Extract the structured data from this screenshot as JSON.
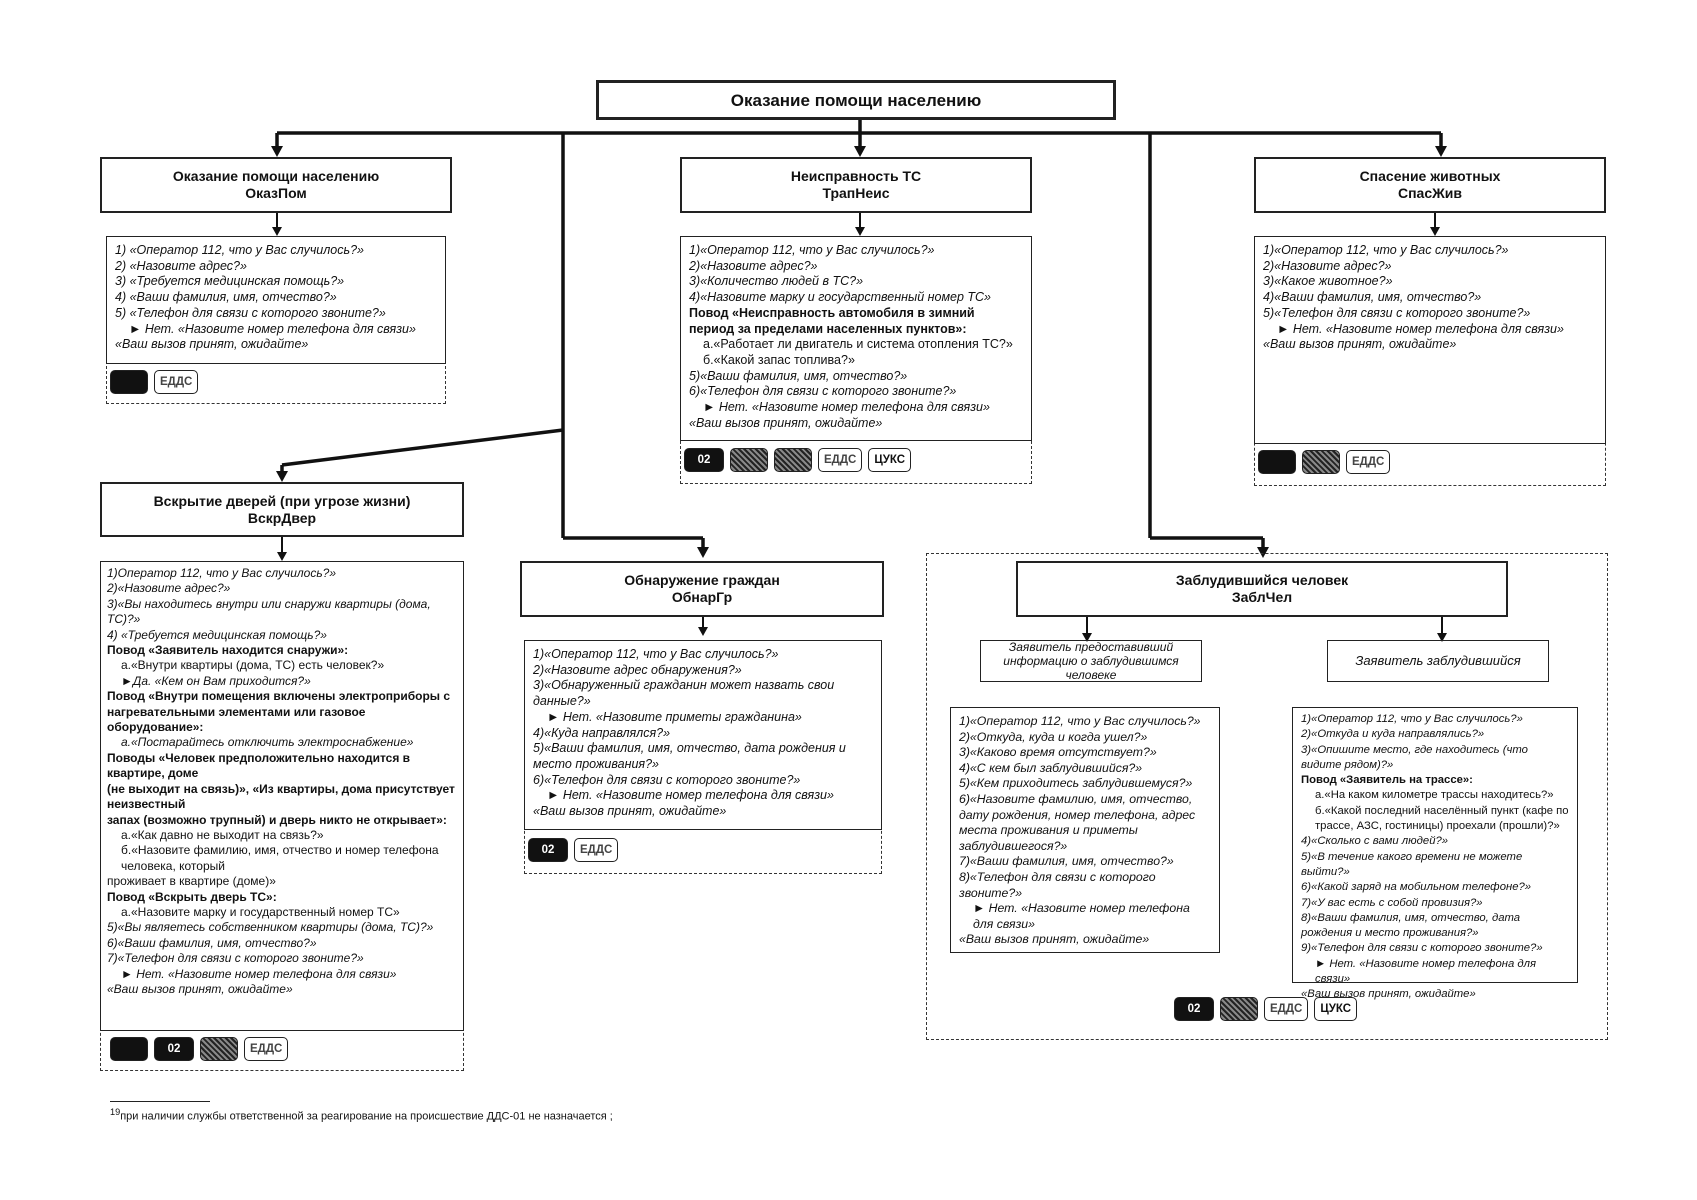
{
  "main": {
    "title": "Оказание помощи населению"
  },
  "okazpom": {
    "title": "Оказание помощи населению",
    "code": "ОказПом",
    "lines": [
      "1) «Оператор 112, что у Вас случилось?»",
      "2) «Назовите адрес?»",
      "3) «Требуется медицинская помощь?»",
      "4) «Ваши фамилия, имя, отчество?»",
      "5) «Телефон для связи с которого звоните?»",
      "► Нет. «Назовите номер телефона для связи»",
      "«Ваш вызов принят, ожидайте»"
    ],
    "badges": [
      "",
      "ЕДДС"
    ]
  },
  "trapneis": {
    "title": "Неисправность ТС",
    "code": "ТрапНеис",
    "lines": [
      "1)«Оператор 112, что у Вас случилось?»",
      "2)«Назовите адрес?»",
      "3)«Количество людей в ТС?»",
      "4)«Назовите марку и государственный номер ТС»",
      "Повод «Неисправность автомобиля в зимний период за пределами населенных пунктов»:",
      "а.«Работает ли двигатель и система отопления ТС?»",
      "б.«Какой запас топлива?»",
      "5)«Ваши фамилия, имя, отчество?»",
      "6)«Телефон для связи с которого звоните?»",
      "► Нет. «Назовите номер телефона для связи»",
      "«Ваш вызов принят, ожидайте»"
    ],
    "badges": [
      "02",
      "",
      "",
      "ЕДДС",
      "ЦУКС"
    ]
  },
  "spaszhiv": {
    "title": "Спасение животных",
    "code": "СпасЖив",
    "lines": [
      "1)«Оператор 112, что у Вас случилось?»",
      "2)«Назовите адрес?»",
      "3)«Какое животное?»",
      "4)«Ваши фамилия, имя, отчество?»",
      "5)«Телефон для связи с которого звоните?»",
      "► Нет. «Назовите номер телефона для связи»",
      "«Ваш вызов принят, ожидайте»"
    ],
    "badges": [
      "",
      "",
      "ЕДДС"
    ]
  },
  "vskrdver": {
    "title": "Вскрытие дверей (при угрозе жизни)",
    "code": "ВскрДвер",
    "lines": [
      "1)Оператор 112, что у Вас случилось?»",
      "2)«Назовите адрес?»",
      "3)«Вы находитесь внутри или снаружи квартиры (дома, ТС)?»",
      "4) «Требуется медицинская помощь?»",
      "Повод «Заявитель находится снаружи»:",
      "а.«Внутри квартиры (дома, ТС) есть человек?»",
      "►Да. «Кем он Вам приходится?»",
      "Повод «Внутри помещения включены электроприборы с нагревательными элементами или газовое оборудование»:",
      "а.«Постарайтесь отключить электроснабжение»",
      "Поводы «Человек предположительно находится в квартире, доме",
      "(не выходит на связь)», «Из квартиры, дома присутствует неизвестный",
      "запах (возможно трупный) и дверь никто не открывает»:",
      "а.«Как давно не выходит на связь?»",
      "б.«Назовите фамилию, имя, отчество и номер телефона человека, который",
      "проживает в квартире (доме)»",
      "Повод «Вскрыть дверь ТС»:",
      "а.«Назовите марку и государственный номер ТС»",
      "5)«Вы являетесь собственником квартиры (дома, ТС)?»",
      "6)«Ваши фамилия, имя, отчество?»",
      "7)«Телефон для связи с которого звоните?»",
      "► Нет. «Назовите номер телефона для связи»",
      "«Ваш вызов принят, ожидайте»"
    ],
    "badges": [
      "",
      "02",
      "",
      "ЕДДС"
    ]
  },
  "obnargr": {
    "title": "Обнаружение граждан",
    "code": "ОбнарГр",
    "lines": [
      "1)«Оператор 112, что у Вас случилось?»",
      "2)«Назовите адрес обнаружения?»",
      "3)«Обнаруженный гражданин может назвать свои данные?»",
      "► Нет. «Назовите приметы гражданина»",
      "4)«Куда направлялся?»",
      "5)«Ваши фамилия, имя, отчество, дата рождения и место проживания?»",
      "6)«Телефон для связи с которого звоните?»",
      "► Нет. «Назовите номер телефона для связи»",
      "«Ваш вызов принят, ожидайте»"
    ],
    "badges": [
      "02",
      "ЕДДС"
    ]
  },
  "zablchel": {
    "title": "Заблудившийся человек",
    "code": "ЗаблЧел",
    "left_header": "Заявитель предоставивший информацию о заблудившимся человеке",
    "right_header": "Заявитель заблудившийся",
    "left_lines": [
      "1)«Оператор 112, что у Вас случилось?»",
      "2)«Откуда, куда и когда ушел?»",
      "3)«Каково время отсутствует?»",
      "4)«С кем был заблудившийся?»",
      "5)«Кем приходитесь заблудившемуся?»",
      "6)«Назовите фамилию, имя, отчество, дату рождения, номер телефона, адрес места проживания и приметы заблудившегося?»",
      "7)«Ваши фамилия, имя, отчество?»",
      "8)«Телефон для связи с которого звоните?»",
      "► Нет. «Назовите номер телефона для связи»",
      "«Ваш вызов принят, ожидайте»"
    ],
    "right_lines": [
      "1)«Оператор 112, что у Вас случилось?»",
      "2)«Откуда и куда направлялись?»",
      "3)«Опишите место, где находитесь (что видите рядом)?»",
      "Повод «Заявитель на трассе»:",
      "а.«На каком километре трассы находитесь?»",
      "б.«Какой последний населённый пункт (кафе по трассе, АЗС, гостиницы) проехали (прошли)?»",
      "4)«Сколько с вами людей?»",
      "5)«В течение какого времени не можете выйти?»",
      "6)«Какой заряд на мобильном телефоне?»",
      "7)«У вас есть с собой провизия?»",
      "8)«Ваши фамилия, имя, отчество, дата рождения и место проживания?»",
      "9)«Телефон для связи с которого звоните?»",
      "► Нет. «Назовите номер телефона для связи»",
      "«Ваш вызов принят, ожидайте»"
    ],
    "badges": [
      "02",
      "",
      "ЕДДС",
      "ЦУКС"
    ]
  },
  "footnote": {
    "mark": "19",
    "text": "при наличии службы ответственной за реагирование на происшествие ДДС-01 не назначается ;"
  }
}
